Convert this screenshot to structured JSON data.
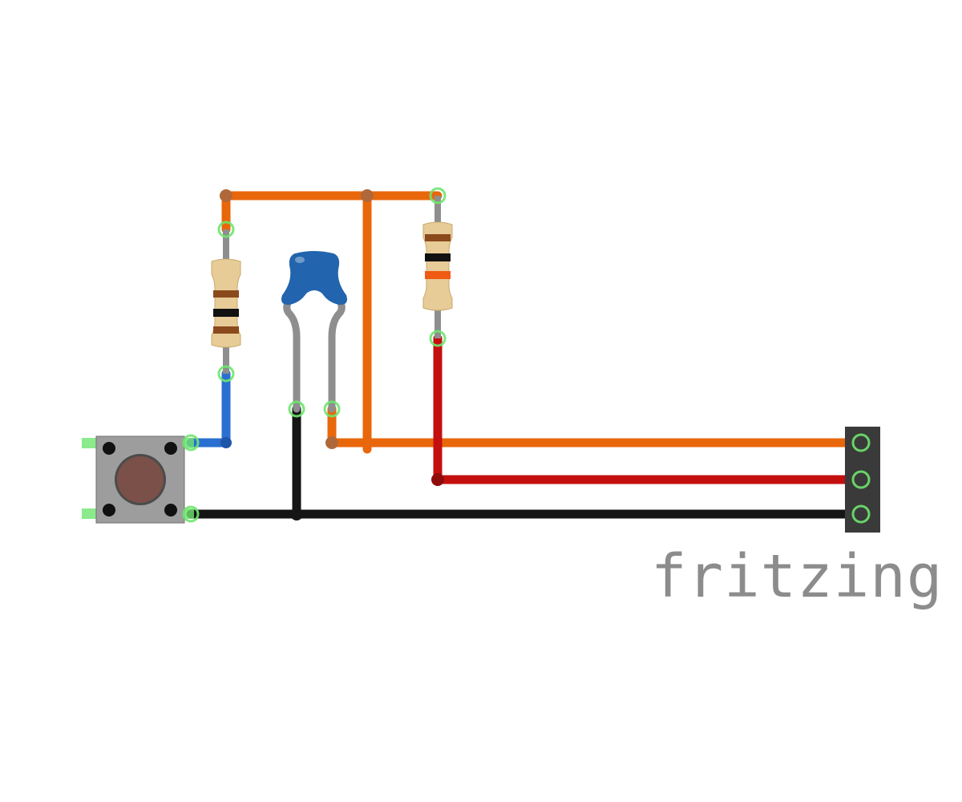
{
  "logo": {
    "text": "fritzing"
  },
  "colors": {
    "background": "#ffffff",
    "wire_orange": "#e8670b",
    "wire_orange_joint": "#b0683a",
    "wire_red": "#c40f0f",
    "wire_black": "#151515",
    "wire_blue": "#2a6fd1",
    "lead_gray": "#8e8e8e",
    "resistor_body": "#e7cc98",
    "capacitor_body": "#2264ad",
    "connector_pin": "#6ee56e",
    "button_body": "#9d9d9d",
    "button_cap": "#7a5048",
    "header_body": "#3a3a3a",
    "logo": "#8c8c8c"
  },
  "components": [
    {
      "name": "resistor-left",
      "type": "resistor",
      "bands": [
        "#8b4a1c",
        "#111111",
        "#8b4a1c"
      ]
    },
    {
      "name": "resistor-right",
      "type": "resistor",
      "bands": [
        "#8b4a1c",
        "#111111",
        "#f05a12"
      ]
    },
    {
      "name": "ceramic-capacitor",
      "type": "capacitor"
    },
    {
      "name": "pushbutton",
      "type": "pushbutton"
    },
    {
      "name": "header-3pin",
      "type": "pin-header",
      "pins": 3
    }
  ]
}
